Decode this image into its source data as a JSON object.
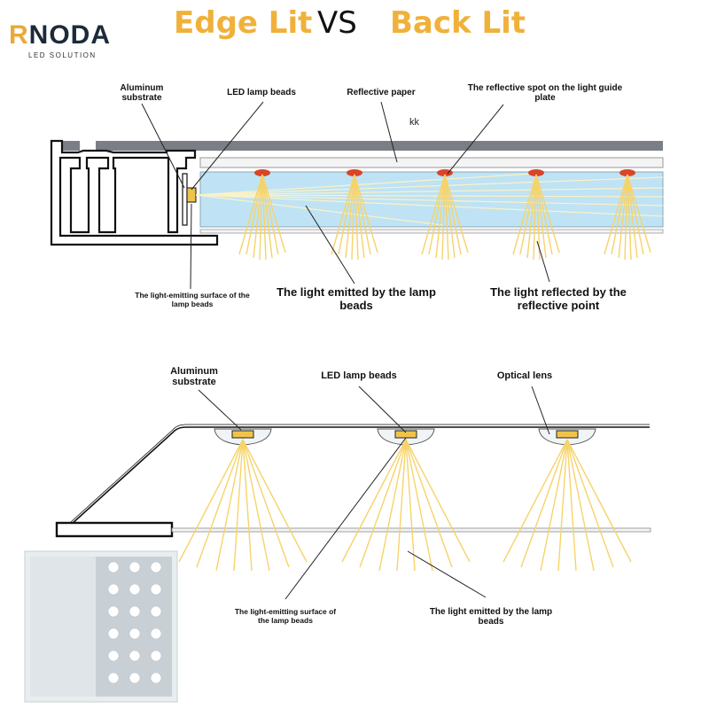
{
  "brand": {
    "logo_mark": "R",
    "logo_rest": "NODA",
    "tagline": "LED SOLUTION"
  },
  "title": {
    "left": "Edge Lit",
    "middle": "VS",
    "right": "Back Lit"
  },
  "edge_lit": {
    "label_aluminum": "Aluminum substrate",
    "label_led": "LED lamp beads",
    "label_paper": "Reflective paper",
    "label_spot": "The reflective spot on the light guide plate",
    "label_kk": "kk",
    "label_surface": "The light-emitting surface of the lamp beads",
    "label_emitted": "The light emitted by the lamp beads",
    "label_reflected": "The light reflected by the reflective point"
  },
  "back_lit": {
    "label_aluminum": "Aluminum substrate",
    "label_led": "LED lamp beads",
    "label_lens": "Optical lens",
    "label_surface": "The light-emitting surface of the lamp beads",
    "label_emitted": "The light emitted by the lamp beads"
  },
  "colors": {
    "brand_orange": "#f0b13a",
    "ray_yellow": "#f6d36a",
    "guide_blue": "#bfe3f4",
    "dark_bar": "#7a7f85",
    "led_red": "#d9442b"
  }
}
